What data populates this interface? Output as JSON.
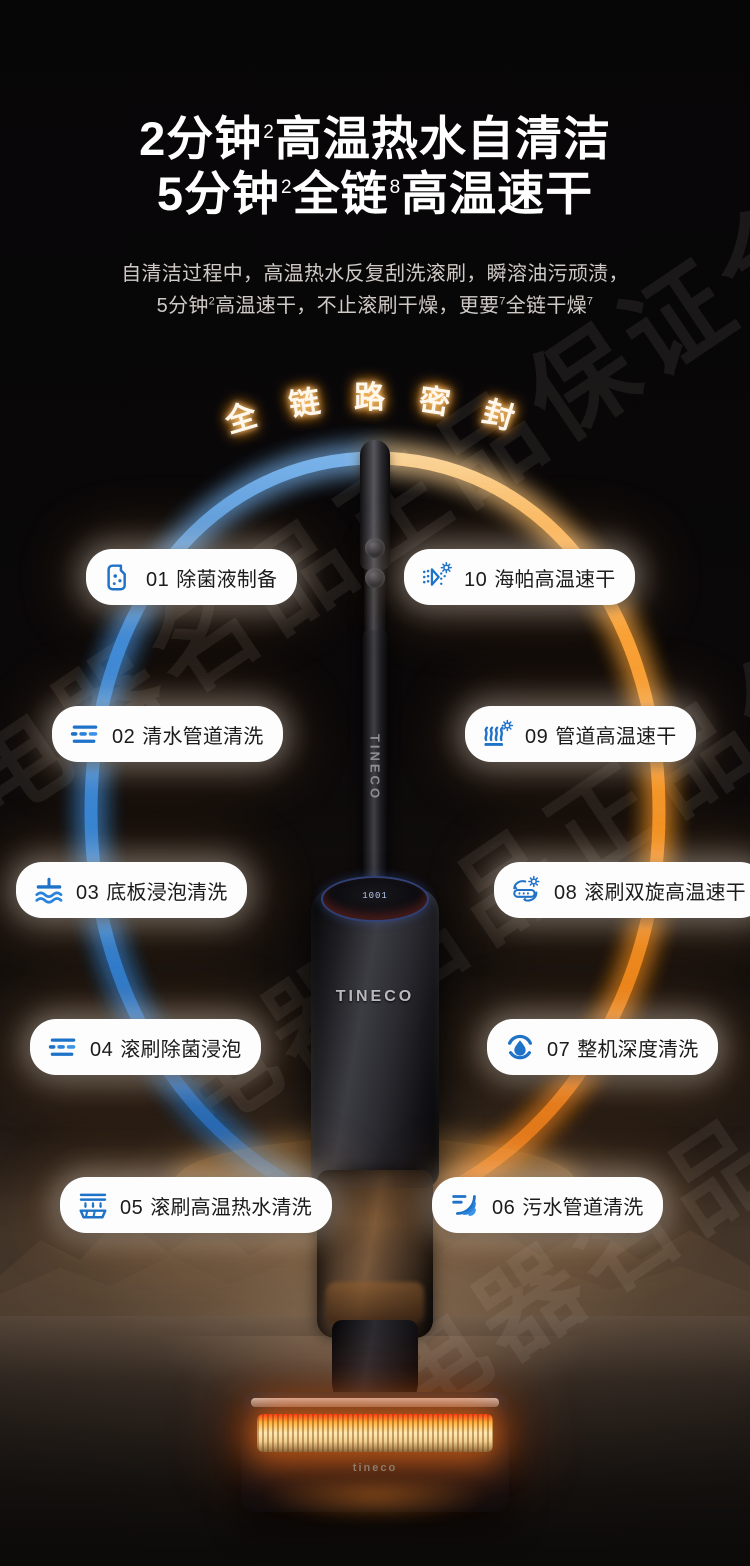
{
  "headline": {
    "line1_a": "2分钟",
    "line1_sup": "2",
    "line1_b": "高温热水自清洁",
    "line2_a": "5分钟",
    "line2_sup1": "2",
    "line2_b": "全链",
    "line2_sup2": "8",
    "line2_c": "高温速干"
  },
  "subcopy": {
    "line1": "自清洁过程中，高温热水反复刮洗滚刷，瞬溶油污顽渍，",
    "line2_a": "5分钟",
    "line2_sup1": "2",
    "line2_b": "高温速干，不止滚刷干燥，更要",
    "line2_sup2": "7",
    "line2_c": "全链干燥",
    "line2_sup3": "7"
  },
  "ring_title": "全 链 路 密 封",
  "product": {
    "brand_handle": "TINECO",
    "brand_body": "TINECO",
    "brand_head": "tineco",
    "led_readout": "1001"
  },
  "watermark_text": "电器名品正品保证全网低价",
  "colors": {
    "ring_blue": "#2f86e0",
    "ring_orange": "#f59021",
    "icon_blue": "#1e72c8",
    "chip_bg": "#fdfdfd",
    "text_dark": "#1b1b1b",
    "heading_white": "#ffffff"
  },
  "steps": [
    {
      "id": "01",
      "num": "01",
      "label": "除菌液制备",
      "icon": "flask-bottle-icon",
      "side": "left"
    },
    {
      "id": "02",
      "num": "02",
      "label": "清水管道清洗",
      "icon": "pipe-bars-icon",
      "side": "left"
    },
    {
      "id": "03",
      "num": "03",
      "label": "底板浸泡清洗",
      "icon": "baseplate-soak-icon",
      "side": "left"
    },
    {
      "id": "04",
      "num": "04",
      "label": "滚刷除菌浸泡",
      "icon": "pipe-bars-icon",
      "side": "left"
    },
    {
      "id": "05",
      "num": "05",
      "label": "滚刷高温热水清洗",
      "icon": "brush-spray-icon",
      "side": "left"
    },
    {
      "id": "06",
      "num": "06",
      "label": "污水管道清洗",
      "icon": "waste-pipe-icon",
      "side": "right"
    },
    {
      "id": "07",
      "num": "07",
      "label": "整机深度清洗",
      "icon": "droplet-circle-icon",
      "side": "right"
    },
    {
      "id": "08",
      "num": "08",
      "label": "滚刷双旋高温速干",
      "icon": "roller-dual-dry-icon",
      "side": "right"
    },
    {
      "id": "09",
      "num": "09",
      "label": "管道高温速干",
      "icon": "heat-waves-sun-icon",
      "side": "right"
    },
    {
      "id": "10",
      "num": "10",
      "label": "海帕高温速干",
      "icon": "hepa-filter-sun-icon",
      "side": "right"
    }
  ]
}
